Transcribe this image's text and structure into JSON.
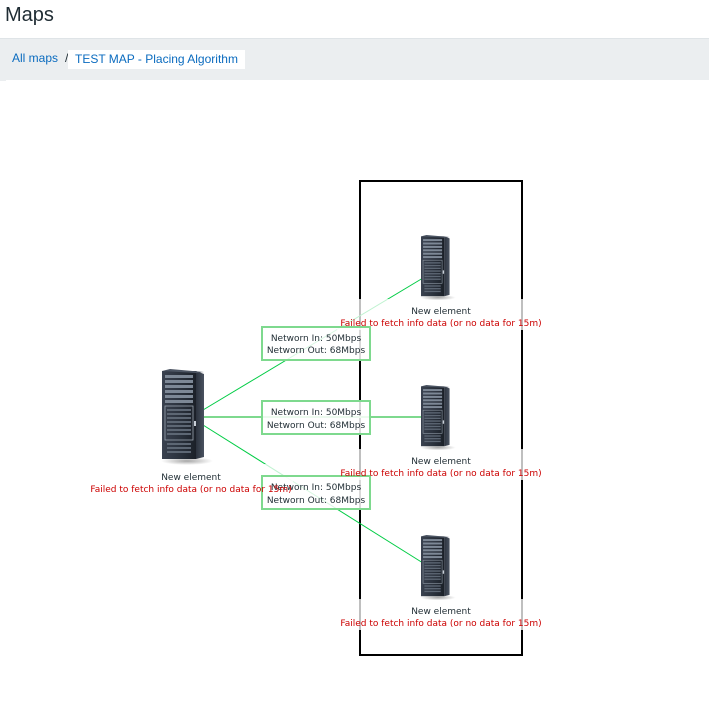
{
  "header": {
    "title": "Maps"
  },
  "breadcrumb": {
    "all_maps": "All maps",
    "separator": "/",
    "current": "TEST MAP - Placing Algorithm"
  },
  "colors": {
    "link": "#00cc44",
    "link_label_border": "#7ed98e",
    "error_text": "#cc0000",
    "shape_border": "#000000"
  },
  "map": {
    "elements": [
      {
        "id": "left",
        "icon": "server-icon",
        "name": "New element",
        "status": "Failed to fetch info data (or no data for 15m)"
      },
      {
        "id": "top",
        "icon": "server-icon",
        "name": "New element",
        "status": "Failed to fetch info data (or no data for 15m)"
      },
      {
        "id": "middle",
        "icon": "server-icon",
        "name": "New element",
        "status": "Failed to fetch info data (or no data for 15m)"
      },
      {
        "id": "bottom",
        "icon": "server-icon",
        "name": "New element",
        "status": "Failed to fetch info data (or no data for 15m)"
      }
    ],
    "links": [
      {
        "from": "left",
        "to": "top",
        "line1": "Networn In: 50Mbps",
        "line2": "Networn Out: 68Mbps"
      },
      {
        "from": "left",
        "to": "middle",
        "line1": "Networn In: 50Mbps",
        "line2": "Networn Out: 68Mbps"
      },
      {
        "from": "left",
        "to": "bottom",
        "line1": "Networn In: 50Mbps",
        "line2": "Networn Out: 68Mbps"
      }
    ]
  }
}
